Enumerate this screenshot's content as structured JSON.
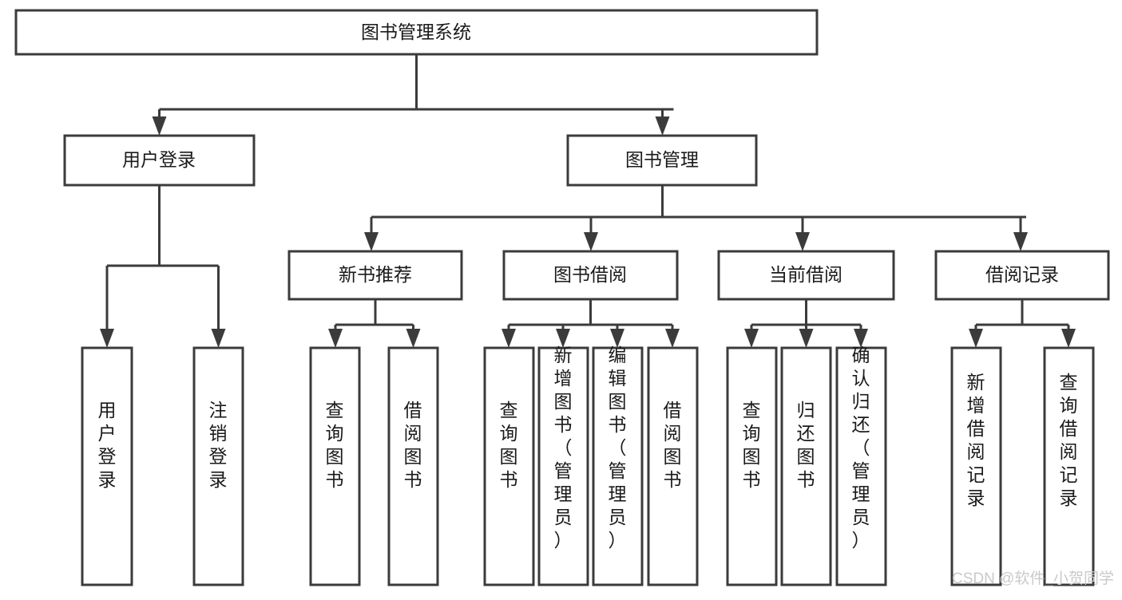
{
  "diagram": {
    "title": "图书管理系统",
    "type": "hierarchy-tree",
    "levels": [
      {
        "level": 1,
        "nodes": [
          {
            "id": "root",
            "label": "图书管理系统",
            "orientation": "horizontal"
          }
        ]
      },
      {
        "level": 2,
        "nodes": [
          {
            "id": "login",
            "label": "用户登录",
            "orientation": "horizontal"
          },
          {
            "id": "bookmgmt",
            "label": "图书管理",
            "orientation": "horizontal"
          }
        ]
      },
      {
        "level": 3,
        "nodes": [
          {
            "id": "newbook",
            "label": "新书推荐",
            "orientation": "horizontal"
          },
          {
            "id": "borrow",
            "label": "图书借阅",
            "orientation": "horizontal"
          },
          {
            "id": "current",
            "label": "当前借阅",
            "orientation": "horizontal"
          },
          {
            "id": "records",
            "label": "借阅记录",
            "orientation": "horizontal"
          }
        ]
      },
      {
        "level": 4,
        "nodes": [
          {
            "id": "leaf1",
            "label": "用户登录",
            "orientation": "vertical",
            "parent": "login"
          },
          {
            "id": "leaf2",
            "label": "注销登录",
            "orientation": "vertical",
            "parent": "login"
          },
          {
            "id": "leaf3",
            "label": "查询图书",
            "orientation": "vertical",
            "parent": "newbook"
          },
          {
            "id": "leaf4",
            "label": "借阅图书",
            "orientation": "vertical",
            "parent": "newbook"
          },
          {
            "id": "leaf5",
            "label": "查询图书",
            "orientation": "vertical",
            "parent": "borrow"
          },
          {
            "id": "leaf6",
            "label": "新增图书（管理员）",
            "orientation": "vertical",
            "parent": "borrow"
          },
          {
            "id": "leaf7",
            "label": "编辑图书（管理员）",
            "orientation": "vertical",
            "parent": "borrow"
          },
          {
            "id": "leaf8",
            "label": "借阅图书",
            "orientation": "vertical",
            "parent": "borrow"
          },
          {
            "id": "leaf9",
            "label": "查询图书",
            "orientation": "vertical",
            "parent": "current"
          },
          {
            "id": "leaf10",
            "label": "归还图书",
            "orientation": "vertical",
            "parent": "current"
          },
          {
            "id": "leaf11",
            "label": "确认归还（管理员）",
            "orientation": "vertical",
            "parent": "current"
          },
          {
            "id": "leaf12",
            "label": "新增借阅记录",
            "orientation": "vertical",
            "parent": "records"
          },
          {
            "id": "leaf13",
            "label": "查询借阅记录",
            "orientation": "vertical",
            "parent": "records"
          }
        ]
      }
    ],
    "colors": {
      "box_stroke": "#3b3b3b",
      "box_fill": "#ffffff",
      "connector": "#3b3b3b",
      "text": "#1a1a1a",
      "watermark": "#c9c9c9",
      "background": "#ffffff"
    }
  },
  "watermark": {
    "text": "CSDN @软件_小贺同学"
  }
}
